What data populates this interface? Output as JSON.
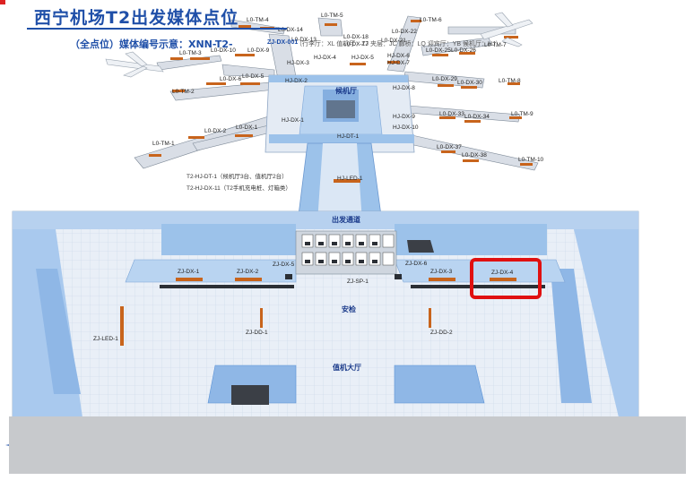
{
  "map": {
    "labels_upper": {
      "tm4": "L0-TM-4",
      "tm5": "L0-TM-5",
      "tm6": "L0-TM-6",
      "tm7": "L0-TM-7",
      "tm3": "L0-TM-3",
      "tm2": "L0-TM-2",
      "tm1": "L0-TM-1",
      "tm8": "L0-TM-8",
      "tm9": "L0-TM-9",
      "tm10": "L0-TM-10",
      "dx14": "L0-DX-14",
      "dx13": "L0-DX-13",
      "dx18": "L0-DX-18",
      "dx17": "L0-DX-17",
      "dx22": "L0-DX-22",
      "dx21": "L0-DX-21",
      "dx10": "L0-DX-10",
      "dx9": "L0-DX-9",
      "dx25": "L0-DX-25",
      "dx26": "L0-DX-26",
      "dx6": "L0-DX-6",
      "dx5": "L0-DX-5",
      "dx29": "L0-DX-29",
      "dx30": "L0-DX-30",
      "dx33": "L0-DX-33",
      "dx34": "L0-DX-34",
      "dx2": "L0-DX-2",
      "dx1": "L0-DX-1",
      "dx37": "L0-DX-37",
      "dx38": "L0-DX-38",
      "hj3": "HJ-DX-3",
      "hj4": "HJ-DX-4",
      "hj5": "HJ-DX-5",
      "hj6": "HJ-DX-6",
      "hj7": "HJ-DX-7",
      "hj2": "HJ-DX-2",
      "hj8": "HJ-DX-8",
      "hj1": "HJ-DX-1",
      "hj9": "HJ-DX-9",
      "hj10": "HJ-DX-10",
      "hjdt": "HJ-DT-1",
      "hjled": "HJ-LED-1"
    },
    "zones": {
      "waiting_hall": "候机厅",
      "departure_corridor": "出发通道",
      "security": "安检",
      "checkin_hall": "值机大厅"
    },
    "notes": {
      "line1": "T2-HJ-DT-1（候机厅3台、值机厅2台）",
      "line2": "T2-HJ-DX-11（T2手机充电桩、灯箱类）"
    },
    "labels_lower": {
      "zj1": "ZJ-DX-1",
      "zj2": "ZJ-DX-2",
      "zj5": "ZJ-DX-5",
      "zj3": "ZJ-DX-3",
      "zj4": "ZJ-DX-4",
      "zj6": "ZJ-DX-6",
      "zjsp": "ZJ-SP-1",
      "zjled": "ZJ-LED-1",
      "zjdd1": "ZJ-DD-1",
      "zjdd2": "ZJ-DD-2"
    }
  },
  "footer": {
    "title": "西宁机场T2出发媒体点位",
    "subtitle": "（全点位）媒体编号示意：XNN-T2-",
    "code_example": "ZJ-DX-001",
    "legend": "（行李厅：XL   值机厅：ZJ   夹层：JC   廊桥：LQ   迎宾厅：YB   候机厅：HJ）"
  },
  "colors": {
    "floor": "#dfe9f5",
    "wall": "#8fb7e6",
    "wall_dark": "#5b92d6",
    "ad_panel": "#c8641c",
    "accent": "#1f4fa8",
    "highlight": "#e01010"
  },
  "highlighted_item": "ZJ-DX-4"
}
